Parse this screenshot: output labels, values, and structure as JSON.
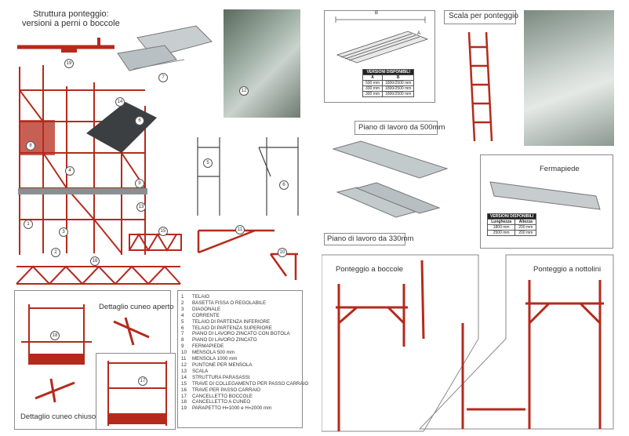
{
  "main": {
    "title_line1": "Struttura ponteggio:",
    "title_line2": "versioni a perni o boccole"
  },
  "details": {
    "open_wedge": "Dettaglio cuneo aperto",
    "closed_wedge": "Dettaglio cuneo chiuso"
  },
  "top_board": {
    "dim_label": "B",
    "dim_label_a": "A",
    "table_title": "VERSIONI DISPONIBILI",
    "col_a": "A",
    "col_b": "B",
    "rows": [
      [
        "500 mm",
        "1800/2500 mm"
      ],
      [
        "330 mm",
        "1800/2500 mm"
      ],
      [
        "300 mm",
        "1800/2500 mm"
      ]
    ]
  },
  "ladder_title": "Scala per ponteggio",
  "plank500_title": "Piano di lavoro da 500mm",
  "plank330_title": "Piano di lavoro da 330mm",
  "toeboard": {
    "title": "Fermapiede",
    "table_title": "VERSIONI DISPONIBILI",
    "col_len": "Lunghezza",
    "col_h": "Altezza",
    "rows": [
      [
        "1800 mm",
        "200 mm"
      ],
      [
        "2500 mm",
        "200 mm"
      ]
    ]
  },
  "boccole_title": "Ponteggio a boccole",
  "nottolini_title": "Ponteggio a nottolini",
  "legend": [
    {
      "n": "1",
      "t": "TELAIO"
    },
    {
      "n": "2",
      "t": "BASETTA FISSA O REGOLABILE"
    },
    {
      "n": "3",
      "t": "DIAGONALE"
    },
    {
      "n": "4",
      "t": "CORRENTE"
    },
    {
      "n": "5",
      "t": "TELAIO DI PARTENZA INFERIORE"
    },
    {
      "n": "6",
      "t": "TELAIO DI PARTENZA SUPERIORE"
    },
    {
      "n": "7",
      "t": "PIANO DI LAVORO ZINCATO CON BOTOLA"
    },
    {
      "n": "8",
      "t": "PIANO DI LAVORO ZINCATO"
    },
    {
      "n": "9",
      "t": "FERMAPIEDE"
    },
    {
      "n": "10",
      "t": "MENSOLA 500 mm"
    },
    {
      "n": "11",
      "t": "MENSOLA 1000 mm"
    },
    {
      "n": "12",
      "t": "PUNTONE PER MENSOLA"
    },
    {
      "n": "13",
      "t": "SCALA"
    },
    {
      "n": "14",
      "t": "STRUTTURA PARASASSI"
    },
    {
      "n": "15",
      "t": "TRAVE DI COLLEGAMENTO PER PASSO CARRAIO"
    },
    {
      "n": "16",
      "t": "TRAVE PER PASSO CARRAIO"
    },
    {
      "n": "17",
      "t": "CANCELLETTO BOCCOLE"
    },
    {
      "n": "18",
      "t": "CANCELLETTO A CUNEO"
    },
    {
      "n": "19",
      "t": "PARAPETTO H=1000 e H=2000 mm"
    }
  ],
  "tags": [
    "1",
    "2",
    "3",
    "4",
    "5",
    "6",
    "7",
    "8",
    "9",
    "10",
    "11",
    "12",
    "13",
    "14",
    "15",
    "16",
    "17",
    "18",
    "19"
  ]
}
